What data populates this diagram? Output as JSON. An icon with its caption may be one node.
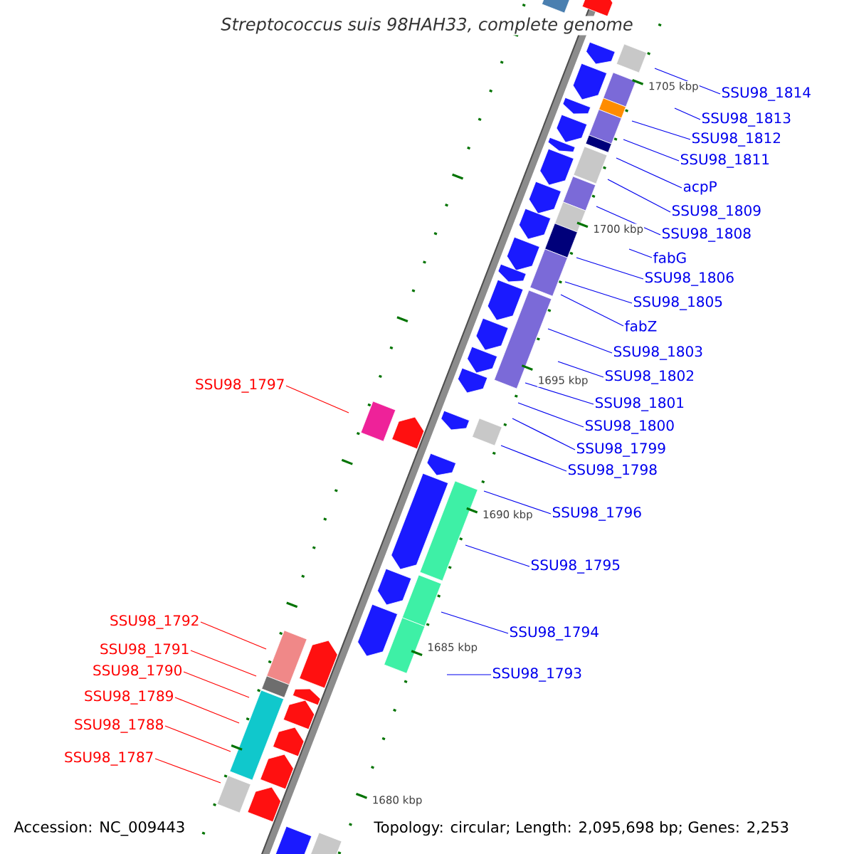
{
  "diagram": {
    "title": "Streptococcus suis 98HAH33, complete genome",
    "nodes": [
      {
        "text": [
          "SSU98_1814"
        ]
      },
      {
        "text": [
          "SSU98_1813"
        ]
      },
      {
        "text": [
          "SSU98_1812"
        ]
      },
      {
        "text": [
          "SSU98_1811"
        ]
      },
      {
        "text": [
          "acpP"
        ]
      },
      {
        "text": [
          "SSU98_1809"
        ]
      },
      {
        "text": [
          "SSU98_1808"
        ]
      },
      {
        "text": [
          "fabG"
        ]
      },
      {
        "text": [
          "SSU98_1806"
        ]
      },
      {
        "text": [
          "SSU98_1805"
        ]
      },
      {
        "text": [
          "fabZ"
        ]
      },
      {
        "text": [
          "SSU98_1803"
        ]
      },
      {
        "text": [
          "SSU98_1802"
        ]
      },
      {
        "text": [
          "SSU98_1797"
        ]
      },
      {
        "text": [
          "SSU98_1801"
        ]
      },
      {
        "text": [
          "SSU98_1800"
        ]
      },
      {
        "text": [
          "SSU98_1799"
        ]
      },
      {
        "text": [
          "SSU98_1798"
        ]
      },
      {
        "text": [
          "SSU98_1796"
        ]
      },
      {
        "text": [
          "SSU98_1795"
        ]
      },
      {
        "text": [
          "SSU98_1792"
        ]
      },
      {
        "text": [
          "SSU98_1794"
        ]
      },
      {
        "text": [
          "SSU98_1791"
        ]
      },
      {
        "text": [
          "SSU98_1790"
        ]
      },
      {
        "text": [
          "SSU98_1793"
        ]
      },
      {
        "text": [
          "SSU98_1789"
        ]
      },
      {
        "text": [
          "SSU98_1788"
        ]
      },
      {
        "text": [
          "SSU98_1787"
        ]
      }
    ],
    "edges": [
      {
        "from": 0,
        "to": null,
        "arrow": "none"
      },
      {
        "from": 1,
        "to": null,
        "arrow": "none"
      },
      {
        "from": 2,
        "to": null,
        "arrow": "none"
      },
      {
        "from": 3,
        "to": null,
        "arrow": "none"
      },
      {
        "from": 4,
        "to": null,
        "arrow": "none"
      },
      {
        "from": 5,
        "to": null,
        "arrow": "none"
      },
      {
        "from": 6,
        "to": null,
        "arrow": "none"
      },
      {
        "from": 7,
        "to": null,
        "arrow": "none"
      },
      {
        "from": 8,
        "to": null,
        "arrow": "none"
      },
      {
        "from": 9,
        "to": null,
        "arrow": "none"
      },
      {
        "from": 10,
        "to": null,
        "arrow": "none"
      },
      {
        "from": 11,
        "to": null,
        "arrow": "none"
      },
      {
        "from": 12,
        "to": null,
        "arrow": "none"
      },
      {
        "from": 13,
        "to": null,
        "arrow": "none",
        "color": "#ff0000"
      },
      {
        "from": 14,
        "to": null,
        "arrow": "none"
      },
      {
        "from": 15,
        "to": null,
        "arrow": "none"
      },
      {
        "from": 16,
        "to": null,
        "arrow": "none"
      },
      {
        "from": 17,
        "to": null,
        "arrow": "none"
      },
      {
        "from": 18,
        "to": null,
        "arrow": "none"
      },
      {
        "from": 19,
        "to": null,
        "arrow": "none"
      },
      {
        "from": 20,
        "to": null,
        "arrow": "none",
        "color": "#ff0000"
      },
      {
        "from": 21,
        "to": null,
        "arrow": "none"
      },
      {
        "from": 22,
        "to": null,
        "arrow": "none",
        "color": "#ff0000"
      },
      {
        "from": 23,
        "to": null,
        "arrow": "none",
        "color": "#ff0000"
      },
      {
        "from": 24,
        "to": null,
        "arrow": "none"
      },
      {
        "from": 25,
        "to": null,
        "arrow": "none",
        "color": "#ff0000"
      },
      {
        "from": 26,
        "to": null,
        "arrow": "none",
        "color": "#ff0000"
      },
      {
        "from": 27,
        "to": null,
        "arrow": "none",
        "color": "#ff0000"
      }
    ],
    "labels": [
      "1705 kbp",
      "1700 kbp",
      "1695 kbp",
      "1690 kbp",
      "1685 kbp",
      "1680 kbp",
      "Accession: NC_009443",
      "Topology: circular; Length: 2,095,698 bp; Genes: 2,253"
    ]
  }
}
